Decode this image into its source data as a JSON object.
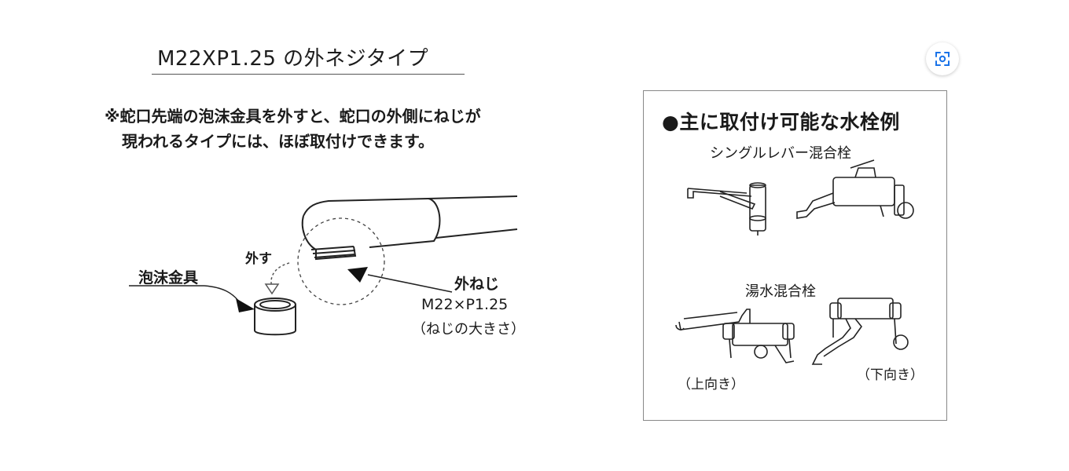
{
  "title": "M22XP1.25 の外ネジタイプ",
  "note": {
    "line1": "※蛇口先端の泡沫金具を外すと、蛇口の外側にねじが",
    "line2": "現われるタイプには、ほぼ取付けできます。"
  },
  "diagram": {
    "remove_label": "外す",
    "aerator_label": "泡沫金具",
    "outer_thread_label": "外ねじ",
    "thread_spec": "M22×P1.25",
    "thread_note": "（ねじの大きさ）"
  },
  "examples": {
    "title": "●主に取付け可能な水栓例",
    "single_lever_label": "シングルレバー混合栓",
    "two_handle_label": "湯水混合栓",
    "upward_label": "（上向き）",
    "downward_label": "（下向き）"
  },
  "icons": {
    "lens_button": "lens-icon"
  },
  "colors": {
    "line": "#222222",
    "accent": "#1a73e8"
  }
}
